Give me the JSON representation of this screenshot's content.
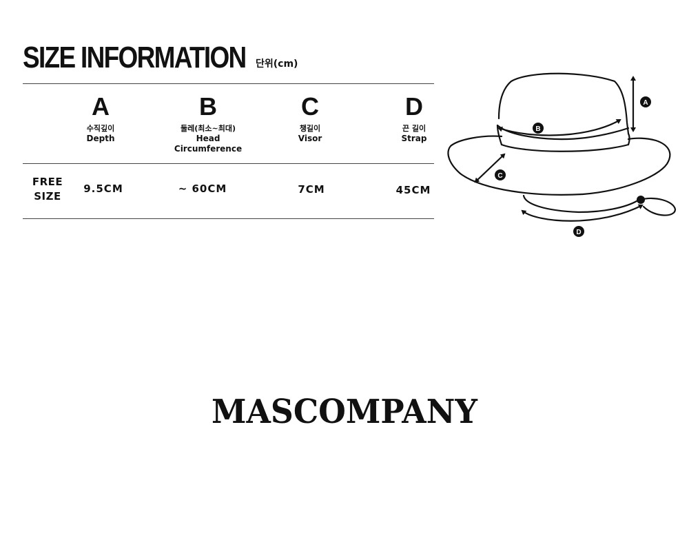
{
  "header": {
    "title": "SIZE INFORMATION",
    "unit": "단위(cm)"
  },
  "columns": [
    {
      "letter": "A",
      "ko": "수직깊이",
      "en": "Depth"
    },
    {
      "letter": "B",
      "ko": "둘레(최소~최대)",
      "en": "Head\nCircumference"
    },
    {
      "letter": "C",
      "ko": "챙길이",
      "en": "Visor"
    },
    {
      "letter": "D",
      "ko": "끈 길이",
      "en": "Strap"
    }
  ],
  "row": {
    "label_line1": "FREE",
    "label_line2": "SIZE",
    "values": [
      "9.5CM",
      "~ 60CM",
      "7CM",
      "45CM"
    ]
  },
  "diagram": {
    "markers": [
      "A",
      "B",
      "C",
      "D"
    ]
  },
  "brand": {
    "name": "MASCOMPANY"
  }
}
